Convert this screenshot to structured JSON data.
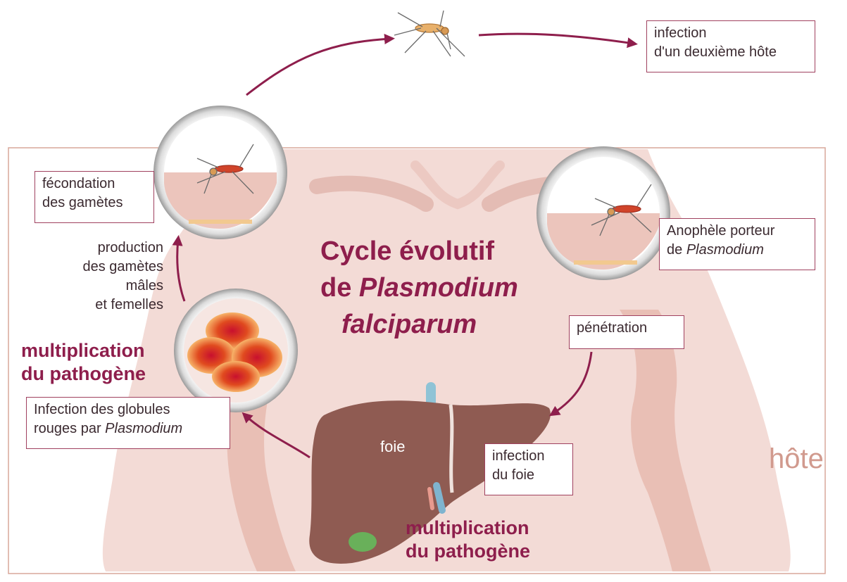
{
  "title": {
    "line1": "Cycle évolutif",
    "line2_prefix": "de ",
    "line2_italic": "Plasmodium",
    "line3_italic": "falciparum"
  },
  "labels": {
    "second_host": [
      "infection",
      "d'un deuxième hôte"
    ],
    "fecondation": [
      "fécondation",
      "des gamètes"
    ],
    "production": [
      "production",
      "des gamètes",
      "mâles",
      "et femelles"
    ],
    "anophele_line1": "Anophèle porteur",
    "anophele_line2_prefix": "de ",
    "anophele_line2_italic": "Plasmodium",
    "penetration": "pénétration",
    "infection_foie": [
      "infection",
      "du foie"
    ],
    "globules_line1": "Infection des globules",
    "globules_line2_prefix": "rouges par ",
    "globules_line2_italic": "Plasmodium",
    "multiplication_left": [
      "multiplication",
      "du pathogène"
    ],
    "multiplication_bottom": [
      "multiplication",
      "du pathogène"
    ],
    "foie": "foie",
    "hote": "hôte"
  },
  "colors": {
    "accent": "#8e1e4c",
    "host_frame": "#d9a79a",
    "body_fill": "#f3dbd6",
    "liver": "#8f5b52",
    "host_text": "#d19a8e"
  },
  "icons": [
    "mosquito-icon",
    "liver-icon",
    "red-blood-cells-icon",
    "magnifier-lens-icon"
  ]
}
